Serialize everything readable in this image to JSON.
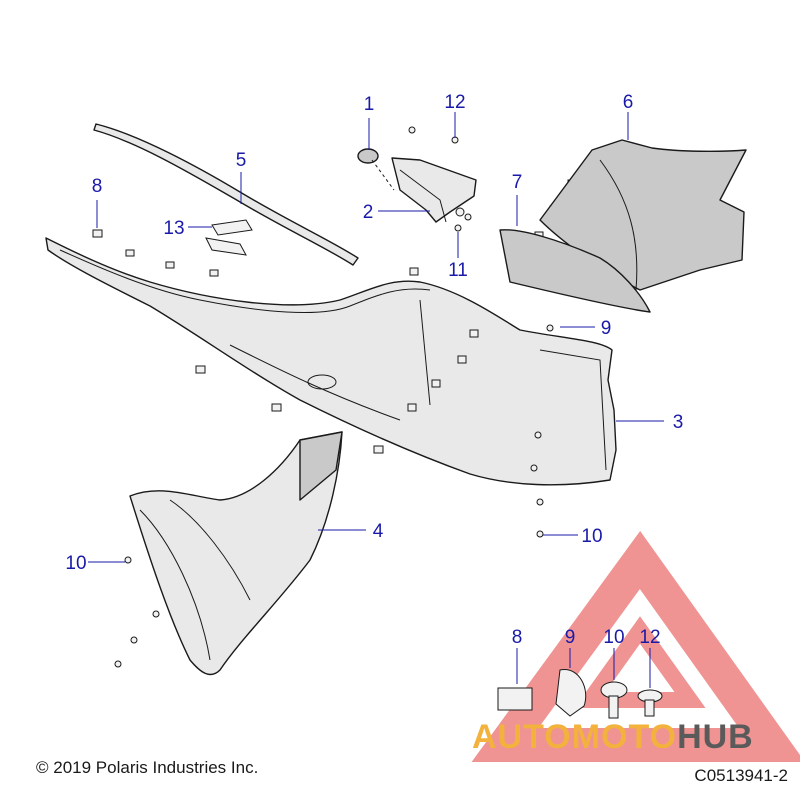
{
  "callouts": [
    {
      "id": "c1",
      "label": "1"
    },
    {
      "id": "c2",
      "label": "2"
    },
    {
      "id": "c3",
      "label": "3"
    },
    {
      "id": "c4",
      "label": "4"
    },
    {
      "id": "c5",
      "label": "5"
    },
    {
      "id": "c6",
      "label": "6"
    },
    {
      "id": "c7",
      "label": "7"
    },
    {
      "id": "c8",
      "label": "8"
    },
    {
      "id": "c9",
      "label": "9"
    },
    {
      "id": "c10a",
      "label": "10"
    },
    {
      "id": "c10b",
      "label": "10"
    },
    {
      "id": "c11",
      "label": "11"
    },
    {
      "id": "c12",
      "label": "12"
    },
    {
      "id": "c13",
      "label": "13"
    }
  ],
  "legend": {
    "l8": "8",
    "l9": "9",
    "l10": "10",
    "l12": "12"
  },
  "copyright": "© 2019 Polaris Industries Inc.",
  "diagram_id": "C0513941-2",
  "watermark": {
    "part1": "AUTOMOTO",
    "part2": "HUB"
  },
  "colors": {
    "callout": "#1a1aa8",
    "watermark_red": "#e23b3b",
    "watermark_orange": "#f3b23e"
  }
}
